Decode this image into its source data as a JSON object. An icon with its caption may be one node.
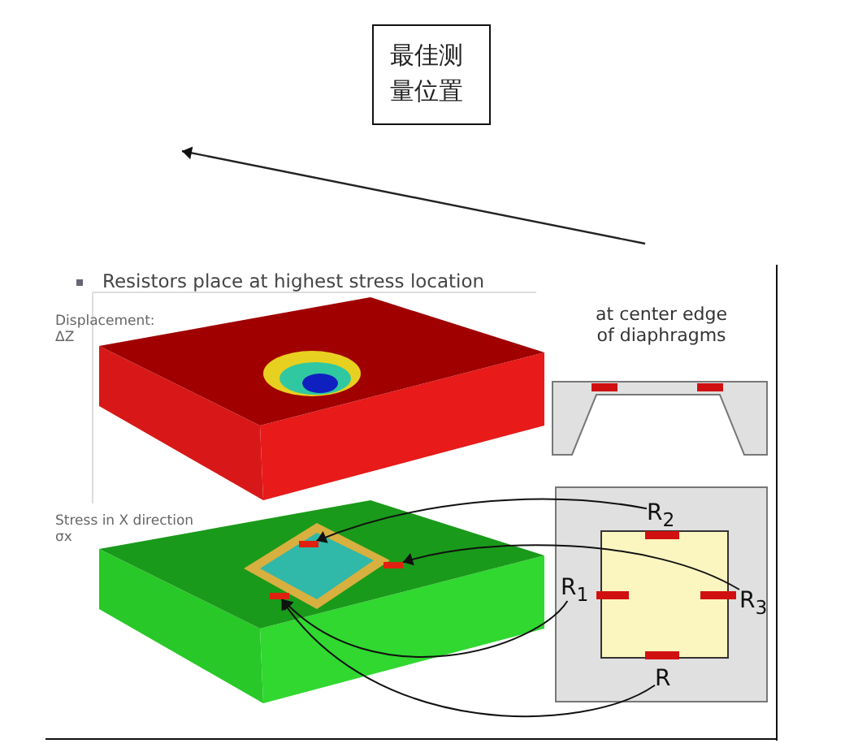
{
  "diagram": {
    "nodes": [
      {
        "text": [
          "最佳测量位置"
        ]
      },
      {
        "text": [
          "R$_{2}$"
        ]
      },
      {
        "text": [
          "R$_{1}$"
        ]
      },
      {
        "text": [
          "R$_{3}$"
        ]
      },
      {
        "text": [
          "R"
        ]
      },
      {
        "text": [],
        "shape": "bar"
      },
      {
        "text": [],
        "shape": "bar"
      },
      {
        "text": [],
        "shape": "bar"
      }
    ],
    "edges": [
      {
        "from": 1,
        "to": 5,
        "arrow": "to"
      },
      {
        "from": 3,
        "to": 6,
        "arrow": "to"
      },
      {
        "from": 2,
        "to": 7,
        "arrow": "to"
      },
      {
        "from": 4,
        "to": 7,
        "arrow": "to"
      }
    ],
    "labels": [
      "Resistors place at highest stress location",
      "Displacement: ΔZ",
      "at center edge of diaphragms",
      "Stress in X direction σx"
    ]
  }
}
